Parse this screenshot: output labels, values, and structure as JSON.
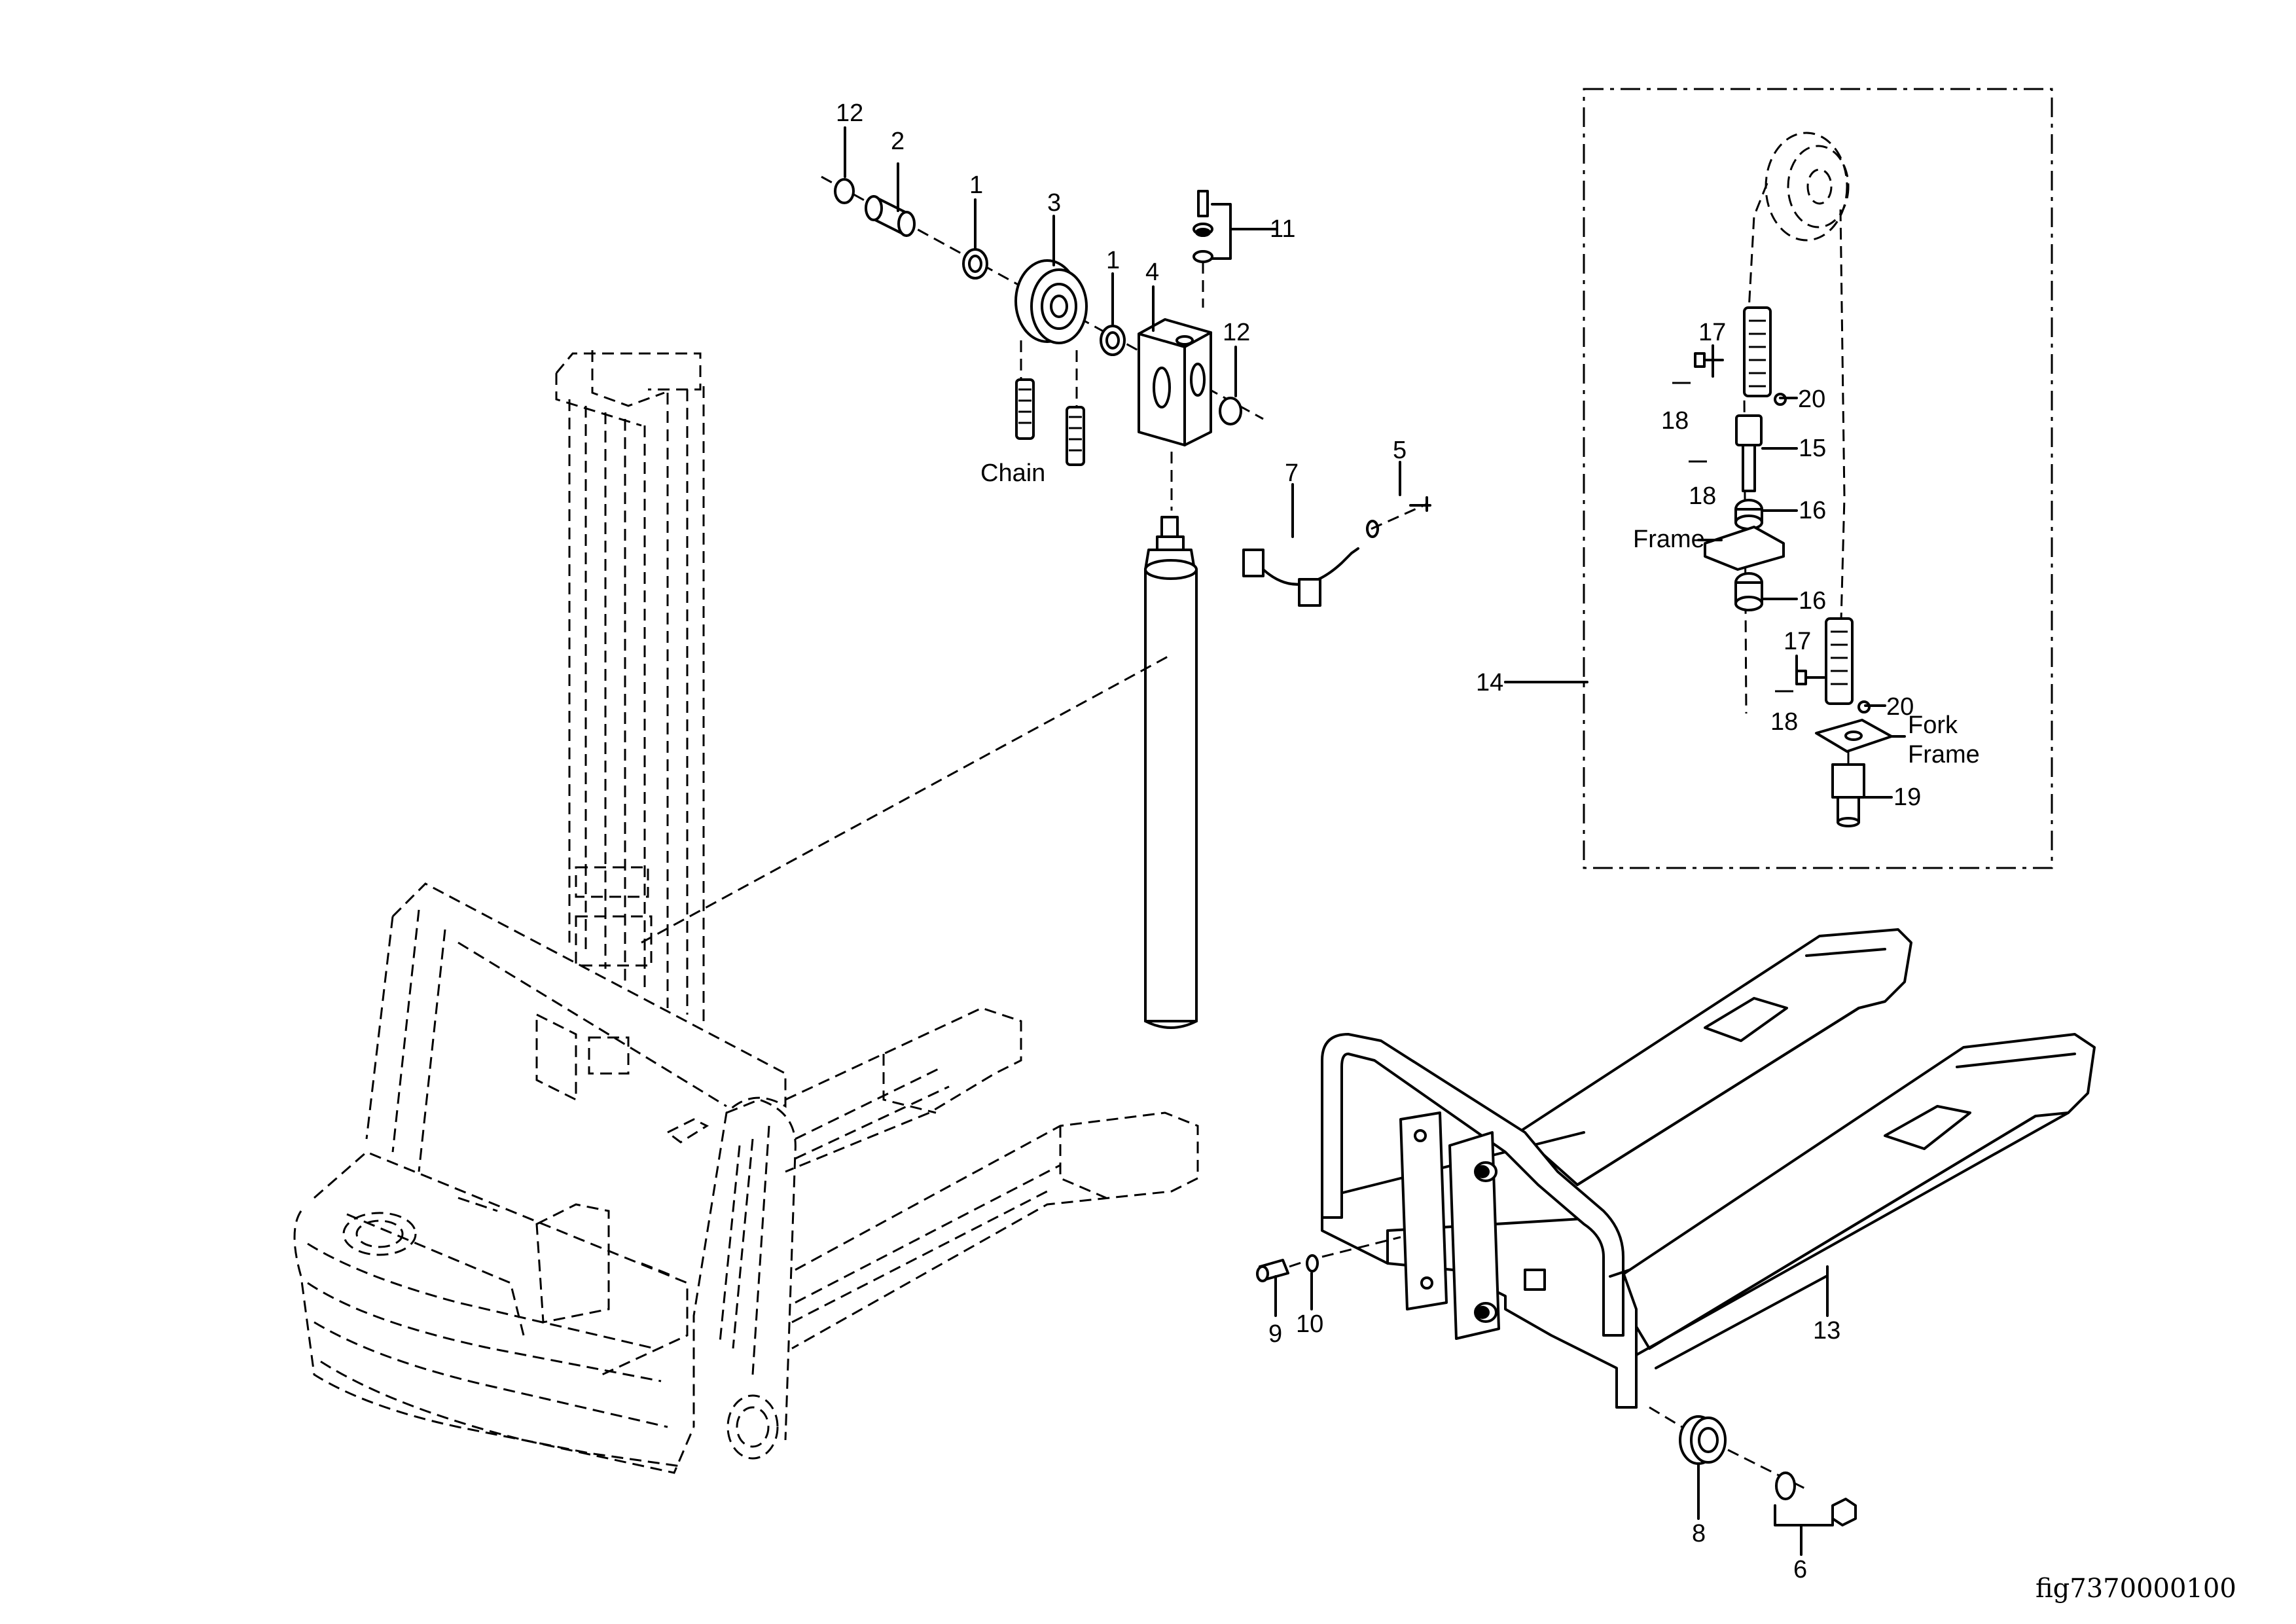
{
  "figure_id": "fig7370000100",
  "callouts": {
    "c1a": "1",
    "c1b": "1",
    "c2": "2",
    "c3": "3",
    "c4": "4",
    "c5": "5",
    "c6": "6",
    "c7": "7",
    "c8": "8",
    "c9": "9",
    "c10": "10",
    "c11": "11",
    "c12a": "12",
    "c12b": "12",
    "c13": "13",
    "c14": "14",
    "c15": "15",
    "c16a": "16",
    "c16b": "16",
    "c17a": "17",
    "c17b": "17",
    "c18a": "18",
    "c18b": "18",
    "c18c": "18",
    "c19": "19",
    "c20a": "20",
    "c20b": "20"
  },
  "text_labels": {
    "chain": "Chain",
    "frame": "Frame",
    "fork": "Fork",
    "fork_frame": "Frame"
  }
}
